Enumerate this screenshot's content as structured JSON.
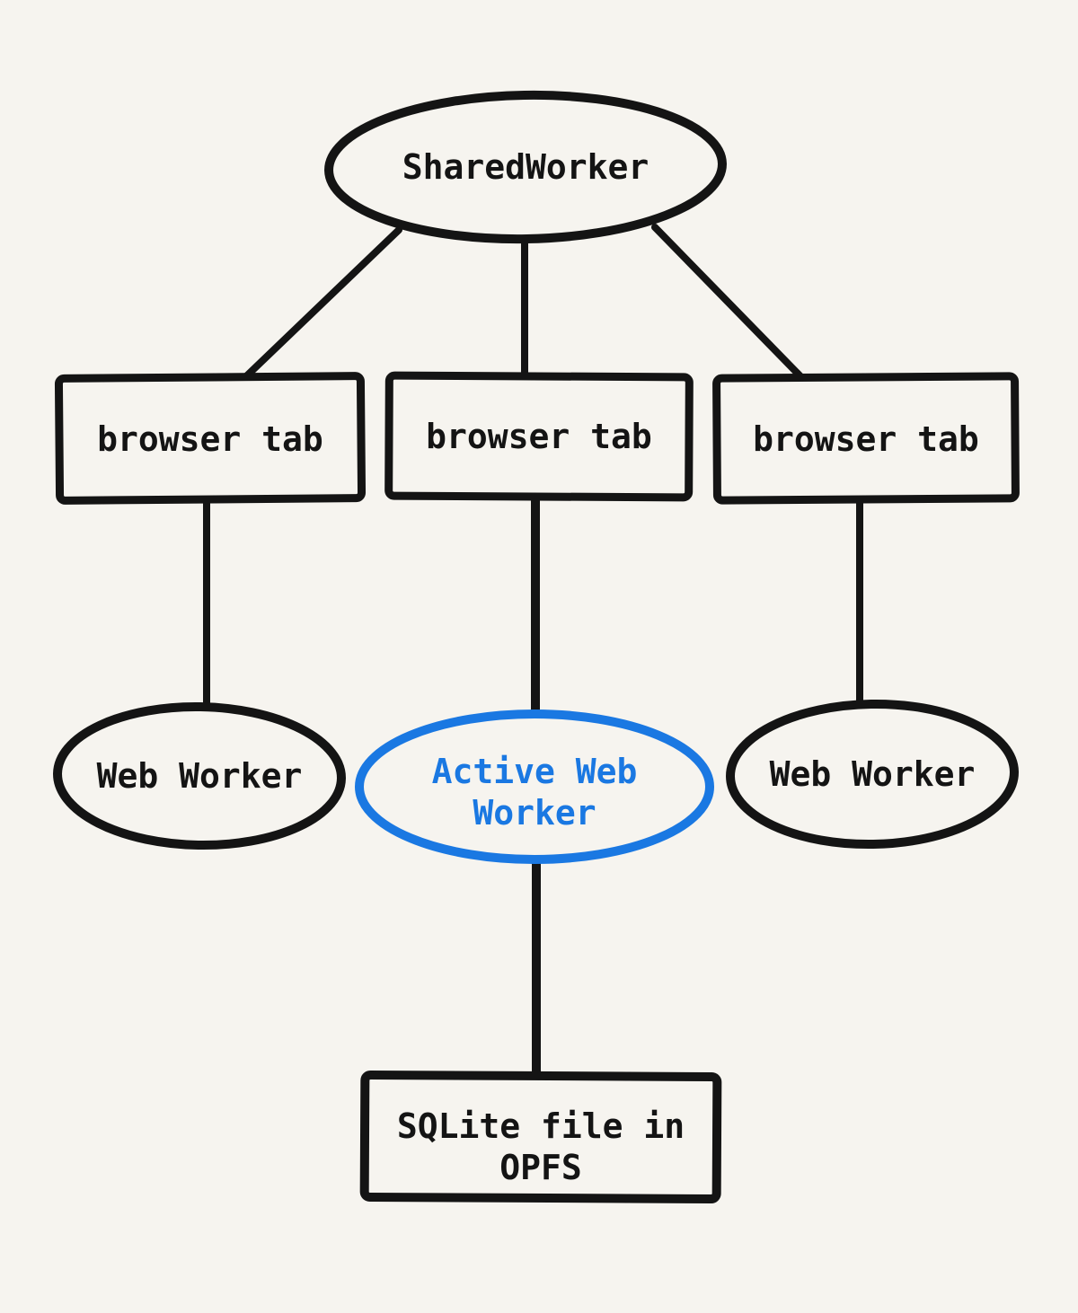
{
  "diagram": {
    "shared_worker": {
      "label": "SharedWorker"
    },
    "browser_tabs": [
      {
        "label": "browser tab"
      },
      {
        "label": "browser tab"
      },
      {
        "label": "browser tab"
      }
    ],
    "web_workers": {
      "left": {
        "label": "Web Worker"
      },
      "active": {
        "line1": "Active Web",
        "line2": "Worker"
      },
      "right": {
        "label": "Web Worker"
      }
    },
    "storage": {
      "line1": "SQLite file in",
      "line2": "OPFS"
    }
  },
  "colors": {
    "background": "#f6f4ef",
    "ink": "#141414",
    "accent": "#1a78e2"
  }
}
